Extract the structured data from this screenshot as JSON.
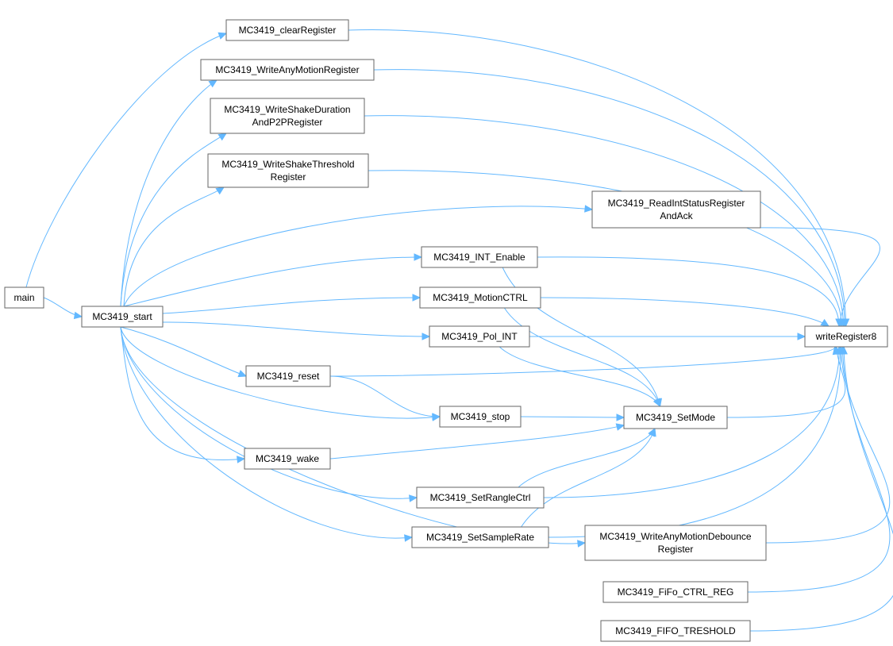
{
  "graph": {
    "root": "writeRegister8",
    "nodes": [
      {
        "id": "main",
        "lines": [
          "main"
        ]
      },
      {
        "id": "start",
        "lines": [
          "MC3419_start"
        ]
      },
      {
        "id": "clear",
        "lines": [
          "MC3419_clearRegister"
        ]
      },
      {
        "id": "anymot",
        "lines": [
          "MC3419_WriteAnyMotionRegister"
        ]
      },
      {
        "id": "shakedur",
        "lines": [
          "MC3419_WriteShakeDuration",
          "AndP2PRegister"
        ]
      },
      {
        "id": "shakethr",
        "lines": [
          "MC3419_WriteShakeThreshold",
          "Register"
        ]
      },
      {
        "id": "readint",
        "lines": [
          "MC3419_ReadIntStatusRegister",
          "AndAck"
        ]
      },
      {
        "id": "intenable",
        "lines": [
          "MC3419_INT_Enable"
        ]
      },
      {
        "id": "motionctrl",
        "lines": [
          "MC3419_MotionCTRL"
        ]
      },
      {
        "id": "polint",
        "lines": [
          "MC3419_Pol_INT"
        ]
      },
      {
        "id": "reset",
        "lines": [
          "MC3419_reset"
        ]
      },
      {
        "id": "stop",
        "lines": [
          "MC3419_stop"
        ]
      },
      {
        "id": "setmode",
        "lines": [
          "MC3419_SetMode"
        ]
      },
      {
        "id": "wake",
        "lines": [
          "MC3419_wake"
        ]
      },
      {
        "id": "setrange",
        "lines": [
          "MC3419_SetRangleCtrl"
        ]
      },
      {
        "id": "setsample",
        "lines": [
          "MC3419_SetSampleRate"
        ]
      },
      {
        "id": "anymotdeb",
        "lines": [
          "MC3419_WriteAnyMotionDebounce",
          "Register"
        ]
      },
      {
        "id": "fifoctrl",
        "lines": [
          "MC3419_FiFo_CTRL_REG"
        ]
      },
      {
        "id": "fifothr",
        "lines": [
          "MC3419_FIFO_TRESHOLD"
        ]
      },
      {
        "id": "write8",
        "lines": [
          "writeRegister8"
        ]
      }
    ],
    "edges": [
      {
        "from": "main",
        "to": "start"
      },
      {
        "from": "main",
        "to": "clear"
      },
      {
        "from": "start",
        "to": "anymot"
      },
      {
        "from": "start",
        "to": "shakedur"
      },
      {
        "from": "start",
        "to": "shakethr"
      },
      {
        "from": "start",
        "to": "readint"
      },
      {
        "from": "start",
        "to": "intenable"
      },
      {
        "from": "start",
        "to": "motionctrl"
      },
      {
        "from": "start",
        "to": "polint"
      },
      {
        "from": "start",
        "to": "reset"
      },
      {
        "from": "start",
        "to": "stop"
      },
      {
        "from": "start",
        "to": "wake"
      },
      {
        "from": "start",
        "to": "setrange"
      },
      {
        "from": "start",
        "to": "setsample"
      },
      {
        "from": "start",
        "to": "anymotdeb"
      },
      {
        "from": "reset",
        "to": "stop"
      },
      {
        "from": "stop",
        "to": "setmode"
      },
      {
        "from": "wake",
        "to": "setmode"
      },
      {
        "from": "intenable",
        "to": "setmode"
      },
      {
        "from": "motionctrl",
        "to": "setmode"
      },
      {
        "from": "polint",
        "to": "setmode"
      },
      {
        "from": "setrange",
        "to": "setmode"
      },
      {
        "from": "setsample",
        "to": "setmode"
      },
      {
        "from": "clear",
        "to": "write8"
      },
      {
        "from": "anymot",
        "to": "write8"
      },
      {
        "from": "shakedur",
        "to": "write8"
      },
      {
        "from": "shakethr",
        "to": "write8"
      },
      {
        "from": "readint",
        "to": "write8"
      },
      {
        "from": "intenable",
        "to": "write8"
      },
      {
        "from": "motionctrl",
        "to": "write8"
      },
      {
        "from": "polint",
        "to": "write8"
      },
      {
        "from": "reset",
        "to": "write8"
      },
      {
        "from": "setmode",
        "to": "write8"
      },
      {
        "from": "setrange",
        "to": "write8"
      },
      {
        "from": "setsample",
        "to": "write8"
      },
      {
        "from": "anymotdeb",
        "to": "write8"
      },
      {
        "from": "fifoctrl",
        "to": "write8"
      },
      {
        "from": "fifothr",
        "to": "write8"
      }
    ]
  },
  "colors": {
    "edge": "#63b8ff",
    "node_border": "#666666",
    "root_fill": "#999999"
  }
}
